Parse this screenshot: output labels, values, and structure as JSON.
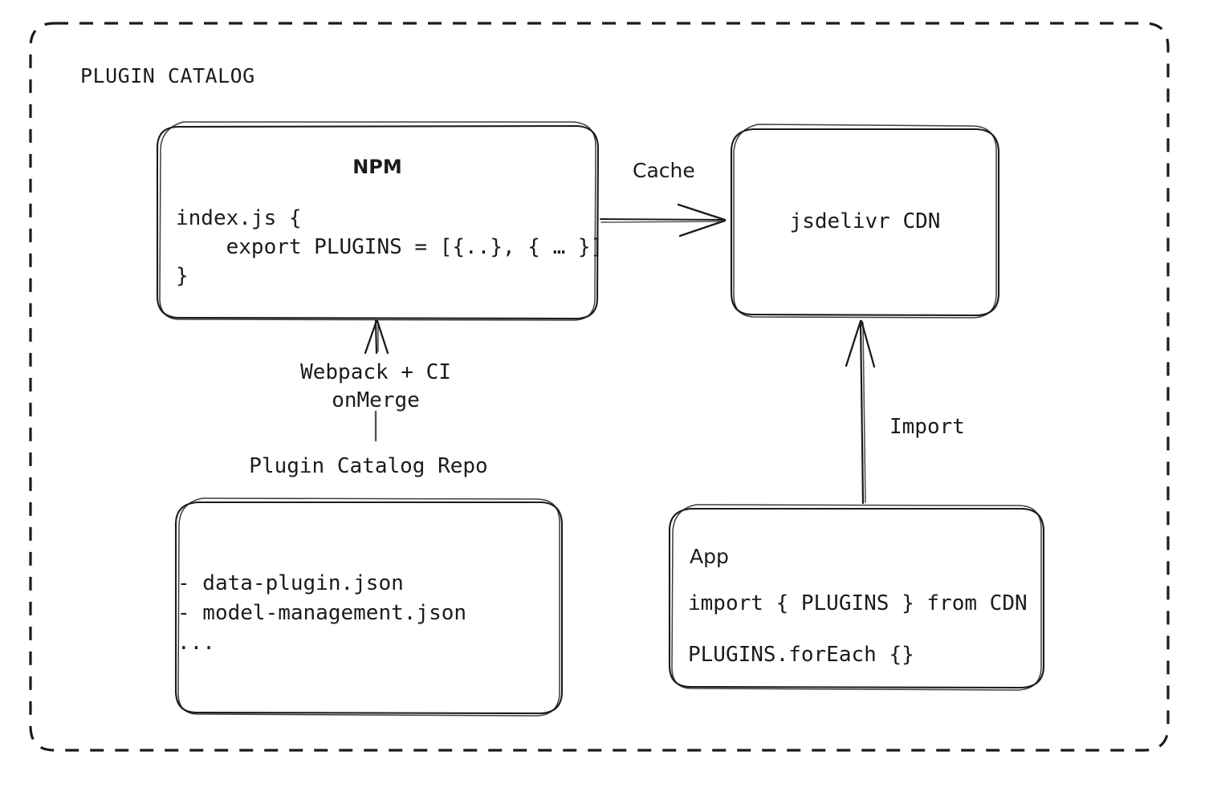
{
  "diagram": {
    "container": {
      "title": "PLUGIN CATALOG",
      "border_style": "dashed",
      "stroke_color": "#1b1b1f"
    },
    "nodes": {
      "npm": {
        "title": "NPM",
        "code_line_1": "index.js {",
        "code_line_2": "    export PLUGINS = [{..}, { … }]",
        "code_line_3": "}"
      },
      "cdn": {
        "title": "jsdelivr CDN"
      },
      "repo": {
        "caption": "Plugin Catalog Repo",
        "file_1": "- data-plugin.json",
        "file_2": "- model-management.json",
        "file_3": "..."
      },
      "app": {
        "title": "App",
        "code_line_1": "import { PLUGINS } from CDN",
        "code_line_2": "PLUGINS.forEach {}"
      }
    },
    "edges": {
      "npm_to_cdn": {
        "label": "Cache"
      },
      "repo_to_npm": {
        "label_line_1": "Webpack + CI",
        "label_line_2": "onMerge"
      },
      "app_to_cdn": {
        "label": "Import"
      }
    }
  }
}
